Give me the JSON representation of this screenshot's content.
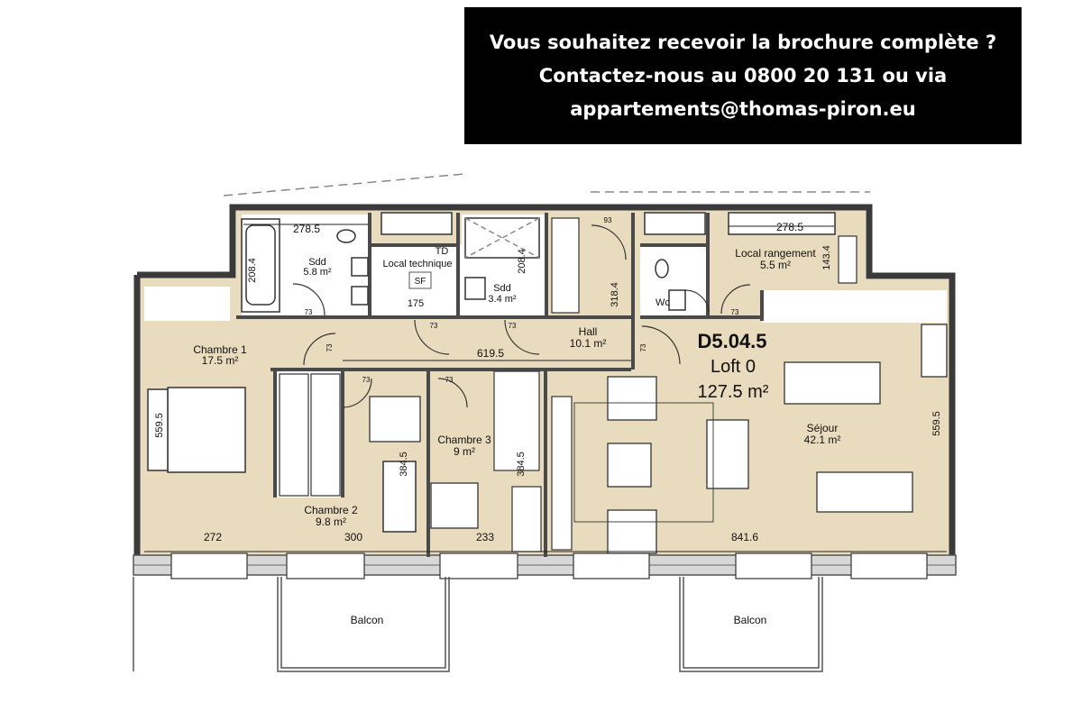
{
  "banner": {
    "line1": "Vous souhaitez recevoir la brochure complète ?",
    "line2": "Contactez-nous au 0800 20 131 ou via",
    "line3": "appartements@thomas-piron.eu"
  },
  "unit": {
    "code": "D5.04.5",
    "type": "Loft 0",
    "area": "127.5 m²"
  },
  "rooms": {
    "chambre1": {
      "name": "Chambre 1",
      "area": "17.5 m²"
    },
    "chambre2": {
      "name": "Chambre 2",
      "area": "9.8 m²"
    },
    "chambre3": {
      "name": "Chambre 3",
      "area": "9 m²"
    },
    "sdd1": {
      "name": "Sdd",
      "area": "5.8 m²"
    },
    "sdd2": {
      "name": "Sdd",
      "area": "3.4 m²"
    },
    "local_technique": {
      "name": "Local technique"
    },
    "hall": {
      "name": "Hall",
      "area": "10.1 m²"
    },
    "wc": {
      "name": "Wc"
    },
    "local_rangement": {
      "name": "Local rangement",
      "area": "5.5 m²"
    },
    "sejour": {
      "name": "Séjour",
      "area": "42.1 m²"
    },
    "balcon_left": {
      "name": "Balcon"
    },
    "balcon_right": {
      "name": "Balcon"
    }
  },
  "dimensions": {
    "d_278_5_left": "278.5",
    "d_208_4_left": "208.4",
    "d_175": "175",
    "d_td": "TD",
    "d_sf": "SF",
    "d_208_4_mid": "208.4",
    "d_318_4": "318.4",
    "d_278_5_right": "278.5",
    "d_143_4": "143.4",
    "d_619_5": "619.5",
    "d_559_5_left": "559.5",
    "d_559_5_right": "559.5",
    "d_384_5_a": "384.5",
    "d_384_5_b": "384.5",
    "d_272": "272",
    "d_300": "300",
    "d_233": "233",
    "d_841_6": "841.6",
    "door": "73",
    "d_93": "93"
  }
}
